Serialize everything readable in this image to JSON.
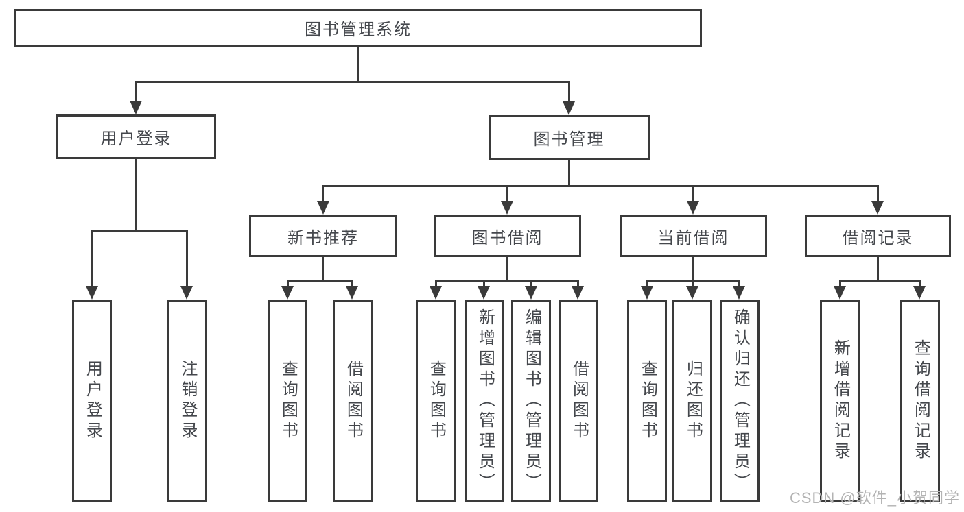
{
  "diagram": {
    "title": "图书管理系统",
    "watermark": "CSDN @软件_小贺同学",
    "colors": {
      "line": "#3a3a3a",
      "text": "#44474c",
      "background": "#ffffff",
      "watermark": "#b3b3b3"
    },
    "nodes": {
      "root": {
        "id": "library-management-system",
        "label": "图书管理系统"
      },
      "level2": [
        {
          "id": "user-login-branch",
          "label": "用户登录"
        },
        {
          "id": "book-management-branch",
          "label": "图书管理"
        }
      ],
      "level3": [
        {
          "id": "new-book-recommendation",
          "label": "新书推荐",
          "parent": "图书管理"
        },
        {
          "id": "book-borrowing",
          "label": "图书借阅",
          "parent": "图书管理"
        },
        {
          "id": "current-borrowing",
          "label": "当前借阅",
          "parent": "图书管理"
        },
        {
          "id": "borrowing-records",
          "label": "借阅记录",
          "parent": "图书管理"
        }
      ],
      "leaves": [
        {
          "id": "user-login",
          "label": "用户登录",
          "parent": "用户登录"
        },
        {
          "id": "logout",
          "label": "注销登录",
          "parent": "用户登录"
        },
        {
          "id": "query-books-recommend",
          "label": "查询图书",
          "parent": "新书推荐"
        },
        {
          "id": "borrow-books-recommend",
          "label": "借阅图书",
          "parent": "新书推荐"
        },
        {
          "id": "query-books-borrow",
          "label": "查询图书",
          "parent": "图书借阅"
        },
        {
          "id": "add-books-admin",
          "label": "新增图书（管理员）",
          "parent": "图书借阅"
        },
        {
          "id": "edit-books-admin",
          "label": "编辑图书（管理员）",
          "parent": "图书借阅"
        },
        {
          "id": "borrow-books",
          "label": "借阅图书",
          "parent": "图书借阅"
        },
        {
          "id": "query-books-current",
          "label": "查询图书",
          "parent": "当前借阅"
        },
        {
          "id": "return-books",
          "label": "归还图书",
          "parent": "当前借阅"
        },
        {
          "id": "confirm-return-admin",
          "label": "确认归还（管理员）",
          "parent": "当前借阅"
        },
        {
          "id": "add-borrow-record",
          "label": "新增借阅记录",
          "parent": "借阅记录"
        },
        {
          "id": "query-borrow-record",
          "label": "查询借阅记录",
          "parent": "借阅记录"
        }
      ]
    }
  }
}
